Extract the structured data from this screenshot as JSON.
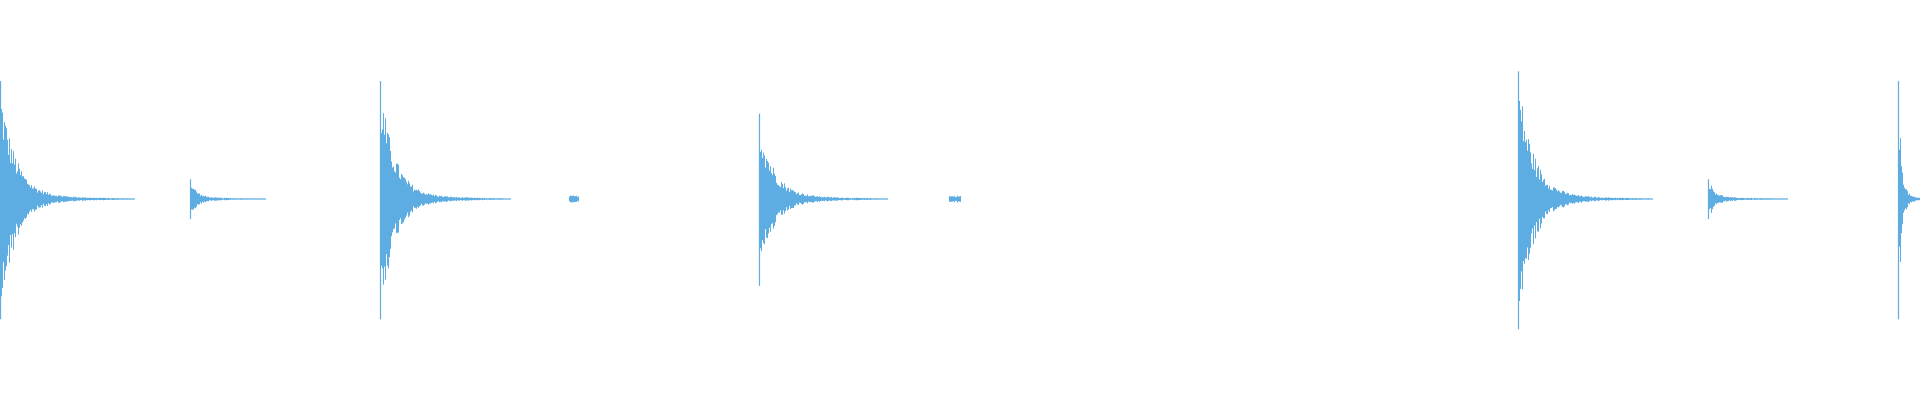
{
  "waveform": {
    "color": "#5dade2",
    "background": "#ffffff",
    "total_duration_beats": 20.3,
    "onsets": [
      {
        "beat": 0.0,
        "peak": 0.72,
        "length_beats": 1.42,
        "kind": "main"
      },
      {
        "beat": 2.0,
        "peak": 0.12,
        "length_beats": 0.8,
        "kind": "ghost"
      },
      {
        "beat": 4.0,
        "peak": 0.72,
        "length_beats": 1.37,
        "kind": "main"
      },
      {
        "beat": 6.0,
        "peak": 0.03,
        "length_beats": 0.1,
        "kind": "tick"
      },
      {
        "beat": 8.0,
        "peak": 0.52,
        "length_beats": 1.35,
        "kind": "main"
      },
      {
        "beat": 10.0,
        "peak": 0.03,
        "length_beats": 0.12,
        "kind": "tick"
      },
      {
        "beat": 16.0,
        "peak": 0.78,
        "length_beats": 1.42,
        "kind": "main"
      },
      {
        "beat": 18.0,
        "peak": 0.12,
        "length_beats": 0.84,
        "kind": "ghost"
      },
      {
        "beat": 20.0,
        "peak": 0.72,
        "length_beats": 0.3,
        "kind": "main"
      }
    ]
  }
}
